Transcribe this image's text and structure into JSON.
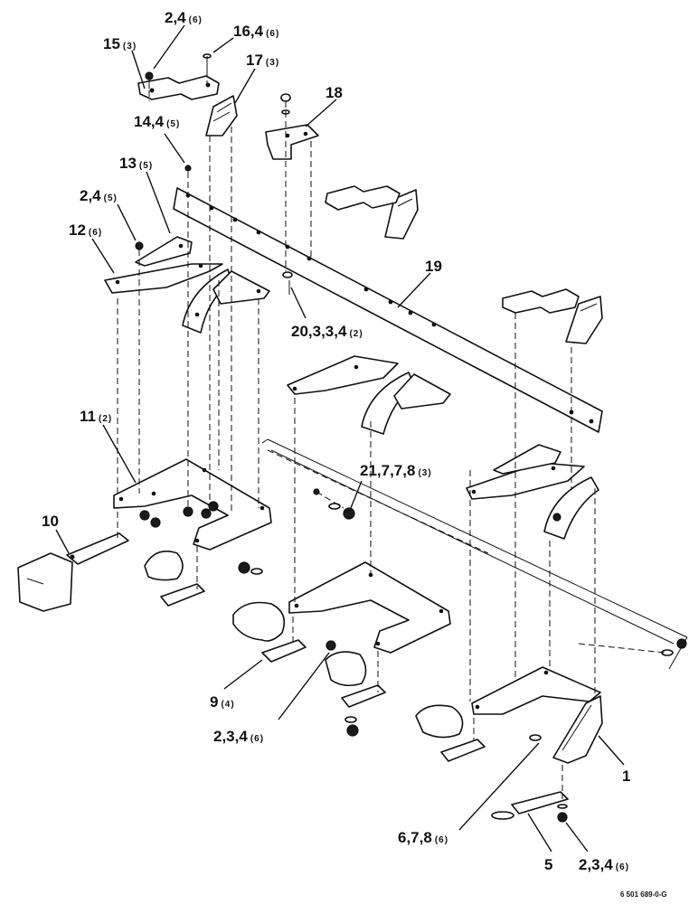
{
  "callouts": [
    {
      "id": "c1",
      "label": "2,4",
      "qty": "(6)"
    },
    {
      "id": "c2",
      "label": "16,4",
      "qty": "(6)"
    },
    {
      "id": "c3",
      "label": "15",
      "qty": "(3)"
    },
    {
      "id": "c4",
      "label": "17",
      "qty": "(3)"
    },
    {
      "id": "c5",
      "label": "18",
      "qty": ""
    },
    {
      "id": "c6",
      "label": "14,4",
      "qty": "(5)"
    },
    {
      "id": "c7",
      "label": "13",
      "qty": "(5)"
    },
    {
      "id": "c8",
      "label": "2,4",
      "qty": "(5)"
    },
    {
      "id": "c9",
      "label": "12",
      "qty": "(6)"
    },
    {
      "id": "c10",
      "label": "19",
      "qty": ""
    },
    {
      "id": "c11",
      "label": "20,3,3,4",
      "qty": "(2)"
    },
    {
      "id": "c12",
      "label": "11",
      "qty": "(2)"
    },
    {
      "id": "c13",
      "label": "21,7,7,8",
      "qty": "(3)"
    },
    {
      "id": "c14",
      "label": "10",
      "qty": ""
    },
    {
      "id": "c15",
      "label": "9",
      "qty": "(4)"
    },
    {
      "id": "c16",
      "label": "2,3,4",
      "qty": "(6)"
    },
    {
      "id": "c17",
      "label": "1",
      "qty": ""
    },
    {
      "id": "c18",
      "label": "6,7,8",
      "qty": "(6)"
    },
    {
      "id": "c19",
      "label": "5",
      "qty": ""
    },
    {
      "id": "c20",
      "label": "2,3,4",
      "qty": "(6)"
    }
  ],
  "document_number": "6 501 689-0-G"
}
